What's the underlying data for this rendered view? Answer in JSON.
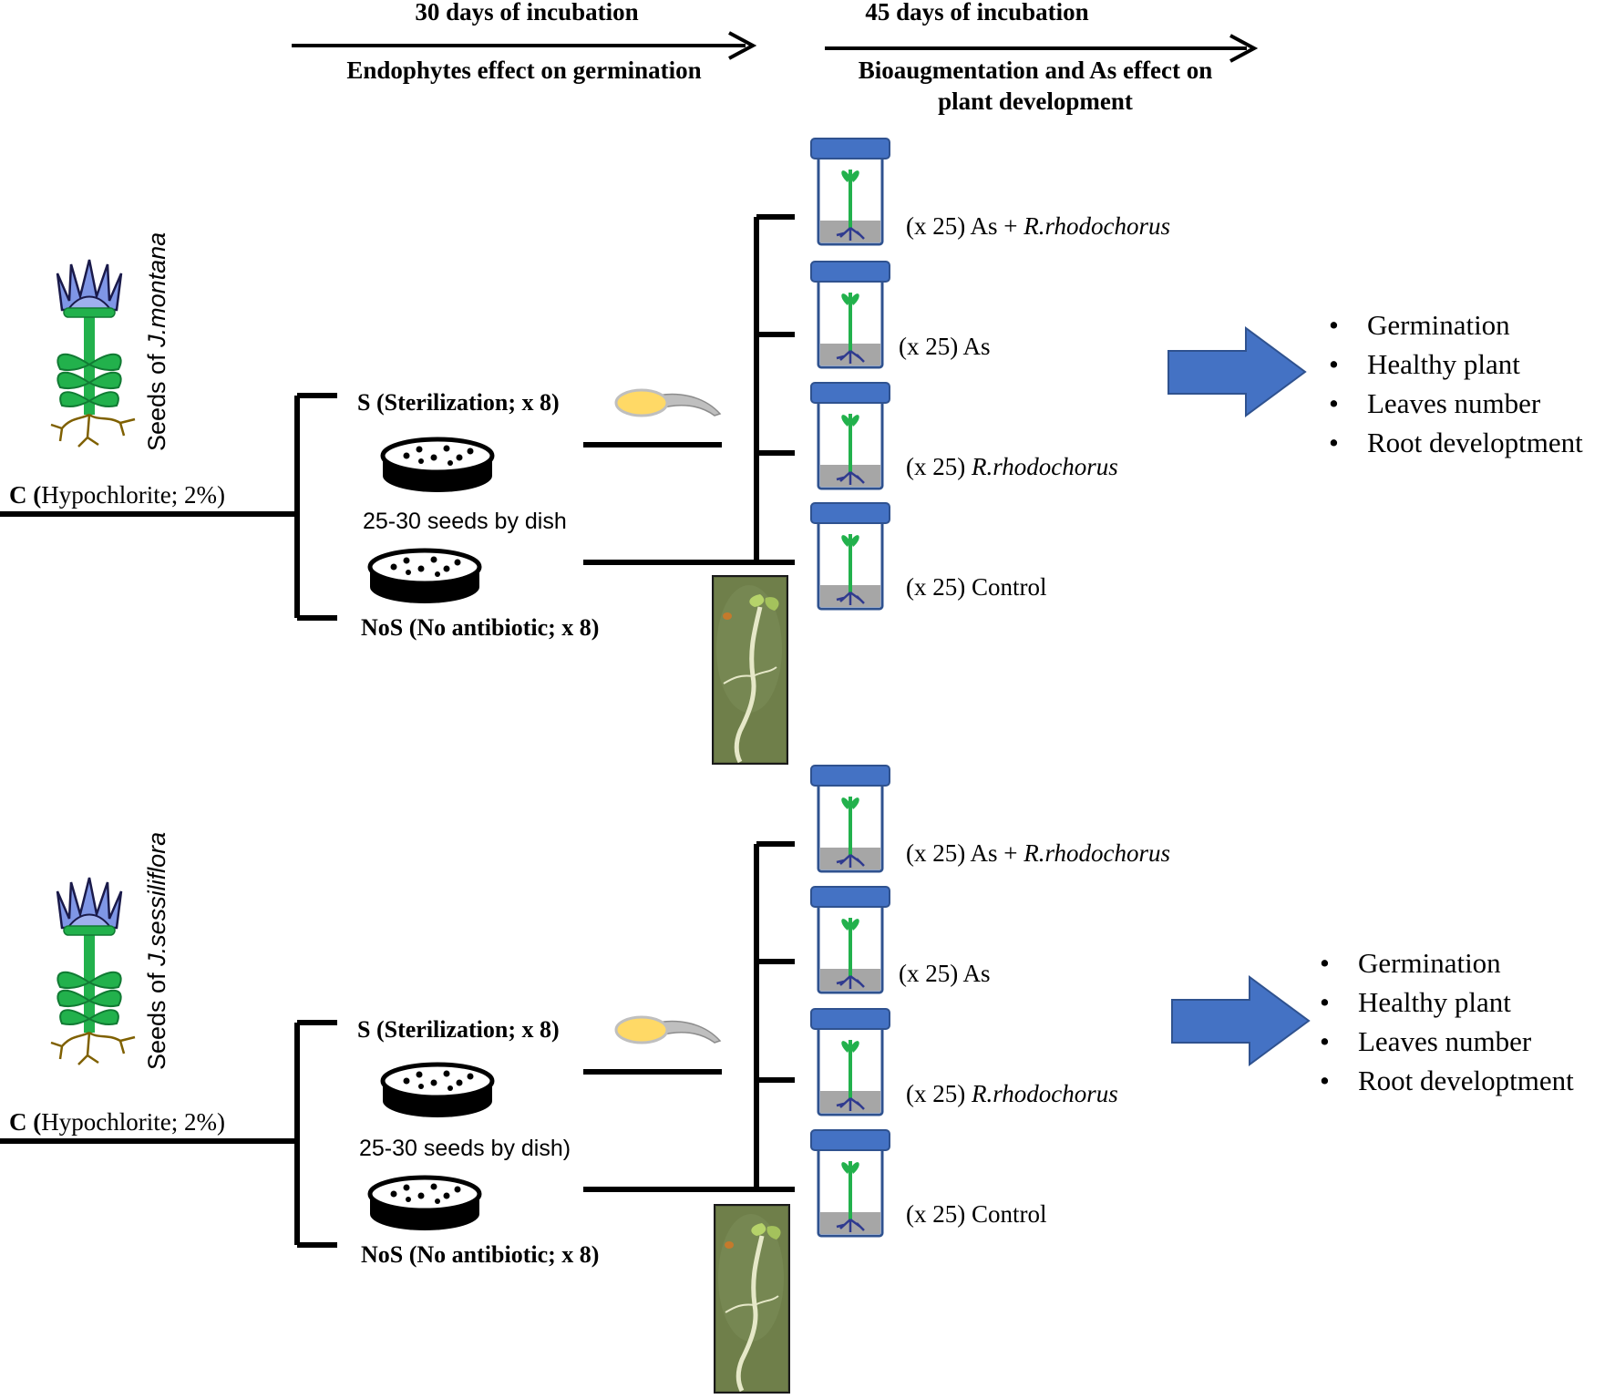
{
  "header": {
    "phase1_title": "30 days of incubation",
    "phase1_subtitle": "Endophytes effect on germination",
    "phase2_title": "45 days of incubation",
    "phase2_subtitle_line1": "Bioaugmentation and As effect on",
    "phase2_subtitle_line2": "plant development"
  },
  "panels": [
    {
      "species_label_prefix": "Seeds of ",
      "species_label_name": "J.montana",
      "control_bold": "C (",
      "control_rest": "Hypochlorite; 2%)",
      "sterilization_label": "S (Sterilization; x 8)",
      "seeds_per_dish": "25-30 seeds by dish",
      "no_antibiotic_label": "NoS (No antibiotic; x 8)",
      "treatments": [
        {
          "prefix": "(x 25) As + ",
          "organism": "R.rhodochorus"
        },
        {
          "prefix": "(x 25) As",
          "organism": ""
        },
        {
          "prefix": "(x 25) ",
          "organism": "R.rhodochorus"
        },
        {
          "prefix": "(x 25) Control",
          "organism": ""
        }
      ],
      "outcomes": [
        "Germination",
        "Healthy plant",
        "Leaves number",
        "Root developtment"
      ]
    },
    {
      "species_label_prefix": "Seeds of ",
      "species_label_name": "J.sessiliflora",
      "control_bold": "C (",
      "control_rest": "Hypochlorite; 2%)",
      "sterilization_label": "S (Sterilization; x 8)",
      "seeds_per_dish": "25-30 seeds by dish)",
      "no_antibiotic_label": "NoS (No antibiotic; x 8)",
      "treatments": [
        {
          "prefix": "(x 25) As + ",
          "organism": "R.rhodochorus"
        },
        {
          "prefix": "(x 25) As",
          "organism": ""
        },
        {
          "prefix": "(x 25) ",
          "organism": "R.rhodochorus"
        },
        {
          "prefix": "(x 25) Control",
          "organism": ""
        }
      ],
      "outcomes": [
        "Germination",
        "Healthy plant",
        "Leaves number",
        "Root developtment"
      ]
    }
  ],
  "colors": {
    "jar_lid": "#4472c4",
    "jar_lid_border": "#2f528f",
    "arrow_fill": "#4472c4",
    "plant_green": "#22b14c",
    "flower_petals": "#7f96e6",
    "root_blue": "#2f3a8f",
    "root_brown": "#7f6000",
    "soil_gray": "#a6a6a6",
    "swab_yellow": "#ffd966",
    "photo_bg": "#5e6b3f"
  }
}
